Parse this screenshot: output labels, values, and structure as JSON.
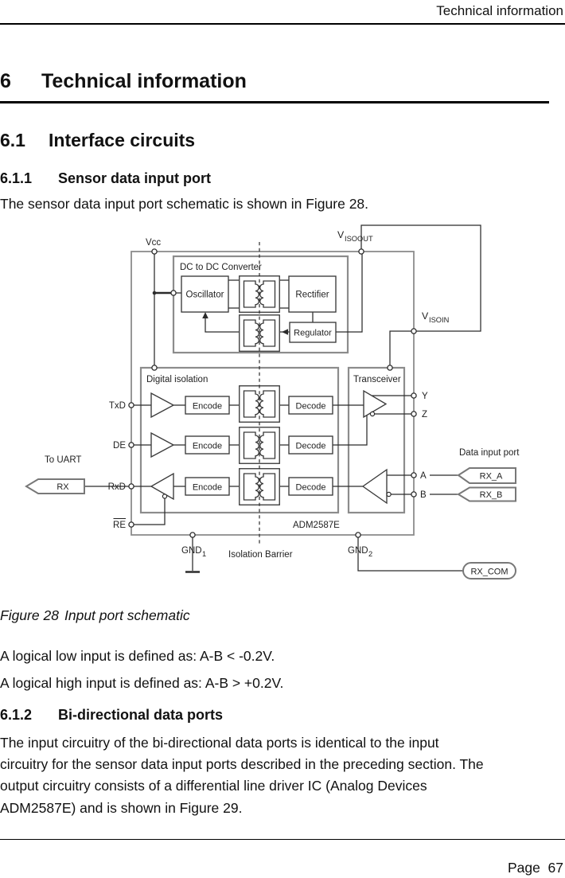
{
  "doc": {
    "header": "Technical information",
    "h1": {
      "num": "6",
      "title": "Technical information"
    },
    "h2": {
      "num": "6.1",
      "title": "Interface circuits"
    },
    "h3a": {
      "num": "6.1.1",
      "title": "Sensor data input port"
    },
    "para1": "The sensor data input port schematic is shown in Figure 28.",
    "caption": {
      "label": "Figure 28",
      "text": "Input port schematic"
    },
    "para2": "A logical low input is defined as: A-B < -0.2V.",
    "para3": "A logical high input is defined as: A-B > +0.2V.",
    "h3b": {
      "num": "6.1.2",
      "title": "Bi-directional data ports"
    },
    "para4_lines": [
      "The input circuitry of the bi-directional data ports is identical to the input",
      "circuitry for the sensor data input ports described in the preceding section. The",
      "output circuitry consists of a differential line driver IC (Analog Devices",
      "ADM2587E) and is shown in Figure 29."
    ],
    "footer": "Page  67"
  },
  "figure": {
    "labels": {
      "vcc": "Vcc",
      "visoout_main": "V",
      "visoout_sub": "ISOOUT",
      "visoin_main": "V",
      "visoin_sub": "ISOIN",
      "dcdc": "DC to DC Converter",
      "oscillator": "Oscillator",
      "rectifier": "Rectifier",
      "regulator": "Regulator",
      "digital_isolation": "Digital isolation",
      "transceiver": "Transceiver",
      "encode": "Encode",
      "decode": "Decode",
      "txd": "TxD",
      "de": "DE",
      "rxd": "RxD",
      "re": "RE",
      "y": "Y",
      "z": "Z",
      "a": "A",
      "b": "B",
      "gnd_main": "GND",
      "gnd1_sub": "1",
      "gnd2_sub": "2",
      "adm": "ADM2587E",
      "isolation_barrier": "Isolation Barrier",
      "to_uart": "To UART",
      "rx": "RX",
      "rx_a": "RX_A",
      "rx_b": "RX_B",
      "rx_com": "RX_COM",
      "data_input_port": "Data input port"
    }
  }
}
